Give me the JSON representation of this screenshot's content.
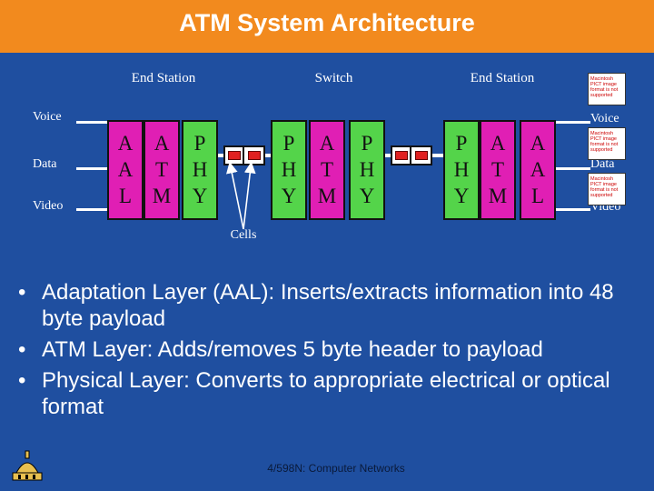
{
  "title": "ATM System Architecture",
  "headers": {
    "end_station_left": "End Station",
    "switch": "Switch",
    "end_station_right": "End Station"
  },
  "left_labels": [
    "Voice",
    "Data",
    "Video"
  ],
  "right_labels": [
    "Voice",
    "Data",
    "Video"
  ],
  "cells_label": "Cells",
  "layers": {
    "aal": [
      "A",
      "A",
      "L"
    ],
    "atm": [
      "A",
      "T",
      "M"
    ],
    "phy": [
      "P",
      "H",
      "Y"
    ]
  },
  "pict_text": "Macintosh PICT image format is not supported",
  "bullets": [
    "Adaptation Layer (AAL): Inserts/extracts information into 48 byte payload",
    "ATM Layer: Adds/removes 5 byte header to payload",
    "Physical Layer: Converts to appropriate electrical or optical format"
  ],
  "footer": "4/598N: Computer Networks",
  "colors": {
    "background": "#1f4fa0",
    "title_bar": "#f28a1e",
    "physical_layer": "#54d44a",
    "upper_layers": "#e01fb4",
    "cell": "#e02020"
  }
}
